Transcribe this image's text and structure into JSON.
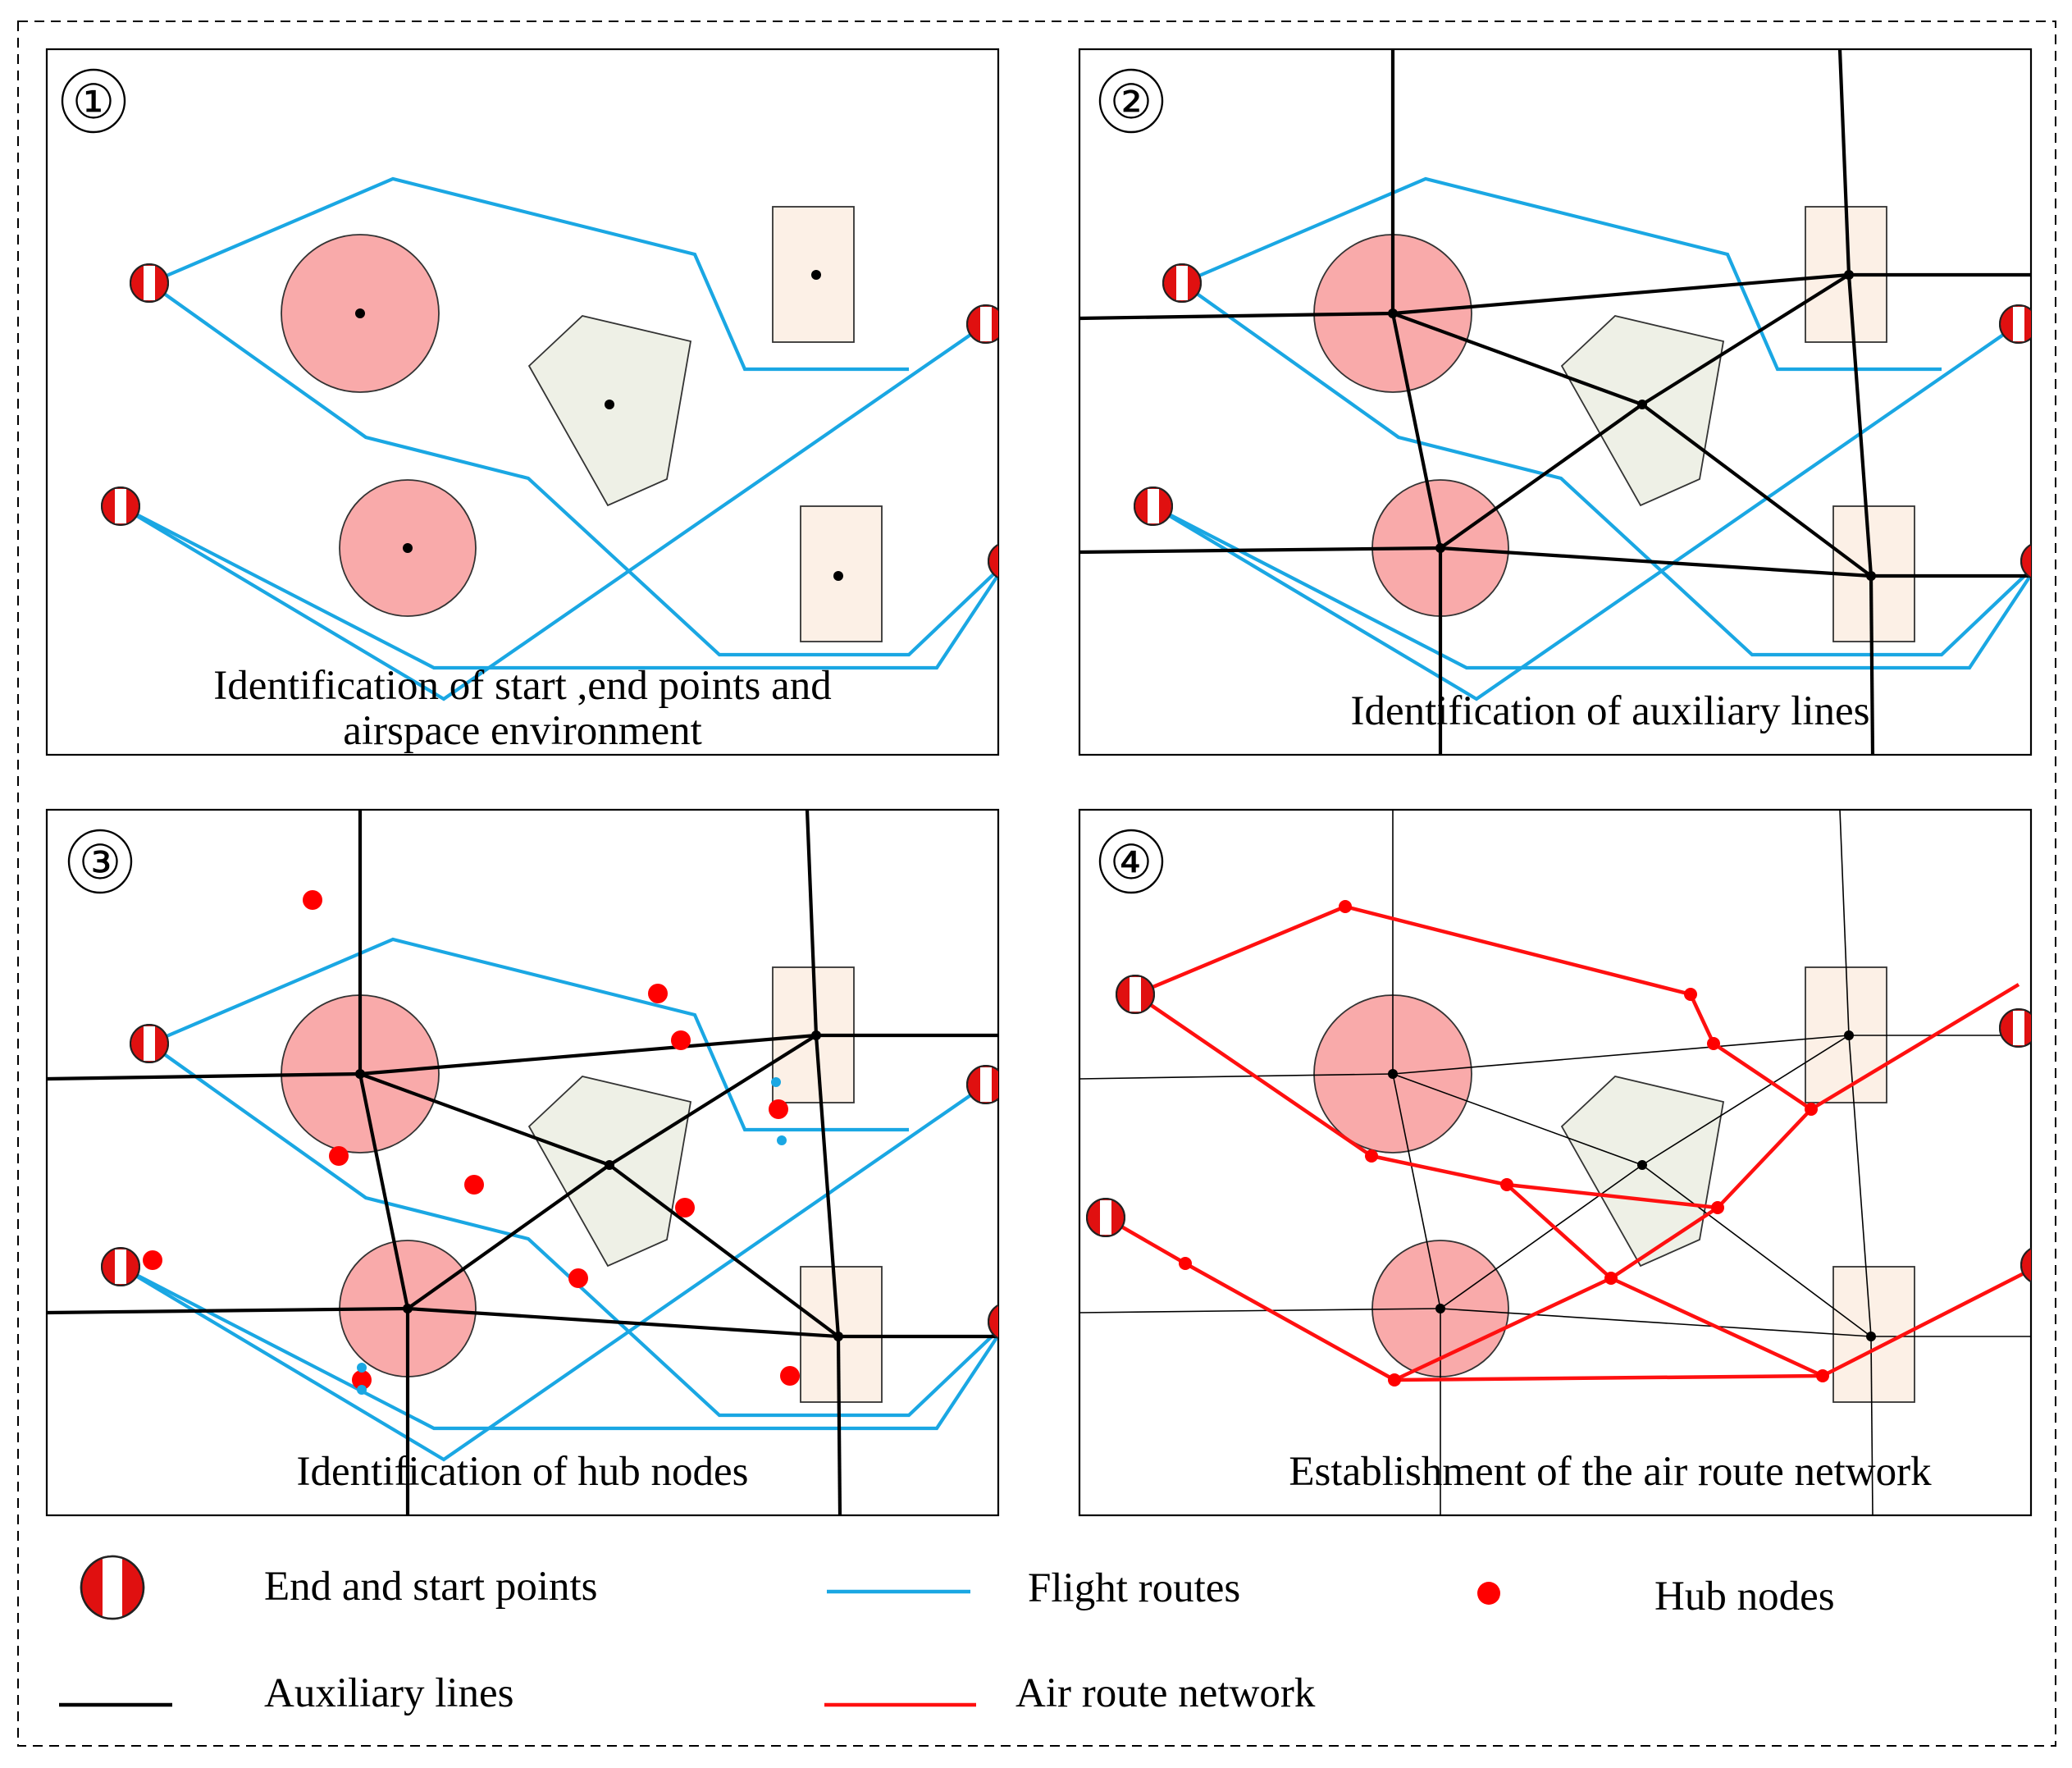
{
  "panels": [
    {
      "number": "①",
      "caption_lines": [
        "Identification of start ,end points and",
        "airspace environment"
      ]
    },
    {
      "number": "②",
      "caption_lines": [
        "Identification of auxiliary lines"
      ]
    },
    {
      "number": "③",
      "caption_lines": [
        "Identification of hub nodes"
      ]
    },
    {
      "number": "④",
      "caption_lines": [
        "Establishment of the air route network"
      ]
    }
  ],
  "legend": {
    "endpoints": "End and start points",
    "flight_routes": "Flight routes",
    "hub_nodes": "Hub nodes",
    "auxiliary_lines": "Auxiliary lines",
    "air_route_network": "Air route network"
  },
  "colors": {
    "flight_route": "#1aa7e3",
    "auxiliary_line": "#000000",
    "hub_node": "#ff0000",
    "air_route_network": "#ff1010",
    "no_fly_circle": "#f9aaaa",
    "restricted_polygon": "#eef0e6",
    "building_rect": "#fcf0e6"
  },
  "icons": {
    "endpoint": "red-white-striped-circle-icon",
    "panel_number": "circled-number-icon"
  }
}
